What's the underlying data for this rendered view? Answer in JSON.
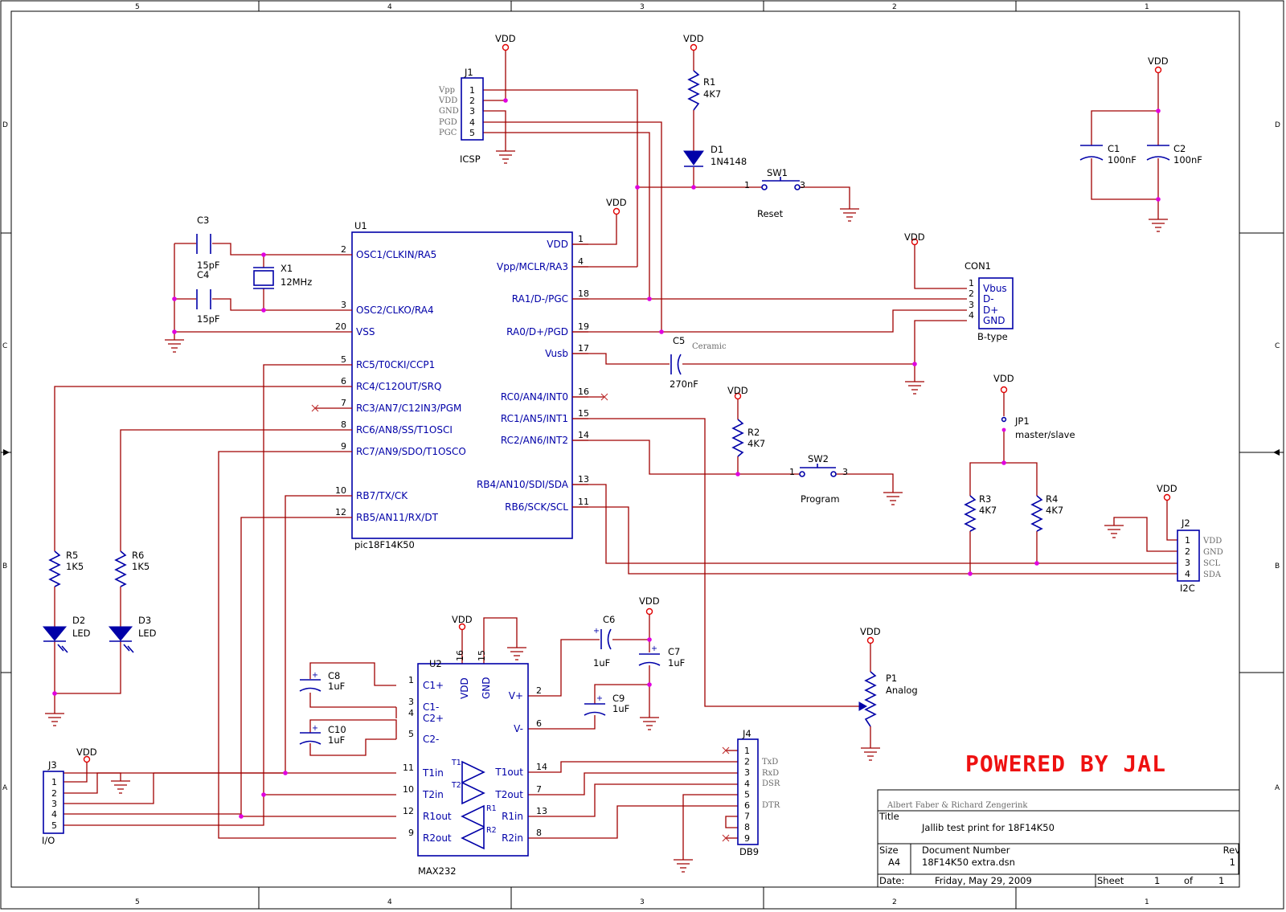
{
  "frame": {
    "columns": [
      "5",
      "4",
      "3",
      "2",
      "1"
    ],
    "rows": [
      "D",
      "C",
      "B",
      "A"
    ]
  },
  "supply_label": "VDD",
  "icsp": {
    "ref": "J1",
    "name": "ICSP",
    "pin_numbers": [
      "1",
      "2",
      "3",
      "4",
      "5"
    ],
    "signals": [
      "Vpp",
      "VDD",
      "GND",
      "PGD",
      "PGC"
    ]
  },
  "r1": {
    "ref": "R1",
    "value": "4K7"
  },
  "d1": {
    "ref": "D1",
    "value": "1N4148"
  },
  "sw1": {
    "ref": "SW1",
    "name": "Reset",
    "pin1": "1",
    "pin3": "3"
  },
  "c1": {
    "ref": "C1",
    "value": "100nF"
  },
  "c2": {
    "ref": "C2",
    "value": "100nF"
  },
  "c3": {
    "ref": "C3",
    "value": "15pF"
  },
  "c4": {
    "ref": "C4",
    "value": "15pF"
  },
  "x1": {
    "ref": "X1",
    "value": "12MHz"
  },
  "u1": {
    "ref": "U1",
    "part": "pic18F14K50",
    "left_pins": [
      {
        "num": "2",
        "label": "OSC1/CLKIN/RA5"
      },
      {
        "num": "3",
        "label": "OSC2/CLKO/RA4"
      },
      {
        "num": "20",
        "label": "VSS"
      },
      {
        "num": "5",
        "label": "RC5/T0CKI/CCP1"
      },
      {
        "num": "6",
        "label": "RC4/C12OUT/SRQ"
      },
      {
        "num": "7",
        "label": "RC3/AN7/C12IN3/PGM"
      },
      {
        "num": "8",
        "label": "RC6/AN8/SS/T1OSCI"
      },
      {
        "num": "9",
        "label": "RC7/AN9/SDO/T1OSCO"
      },
      {
        "num": "10",
        "label": "RB7/TX/CK"
      },
      {
        "num": "12",
        "label": "RB5/AN11/RX/DT"
      }
    ],
    "right_pins": [
      {
        "num": "1",
        "label": "VDD"
      },
      {
        "num": "4",
        "label": "Vpp/MCLR/RA3"
      },
      {
        "num": "18",
        "label": "RA1/D-/PGC"
      },
      {
        "num": "19",
        "label": "RA0/D+/PGD"
      },
      {
        "num": "17",
        "label": "Vusb"
      },
      {
        "num": "16",
        "label": "RC0/AN4/INT0"
      },
      {
        "num": "15",
        "label": "RC1/AN5/INT1"
      },
      {
        "num": "14",
        "label": "RC2/AN6/INT2"
      },
      {
        "num": "13",
        "label": "RB4/AN10/SDI/SDA"
      },
      {
        "num": "11",
        "label": "RB6/SCK/SCL"
      }
    ]
  },
  "con1": {
    "ref": "CON1",
    "type": "B-type",
    "pin_numbers": [
      "1",
      "2",
      "3",
      "4"
    ],
    "signals": [
      "Vbus",
      "D-",
      "D+",
      "GND"
    ]
  },
  "c5": {
    "ref": "C5",
    "value": "270nF",
    "note": "Ceramic"
  },
  "r2": {
    "ref": "R2",
    "value": "4K7"
  },
  "sw2": {
    "ref": "SW2",
    "name": "Program",
    "pin1": "1",
    "pin3": "3"
  },
  "jp1": {
    "ref": "JP1",
    "name": "master/slave"
  },
  "r3": {
    "ref": "R3",
    "value": "4K7"
  },
  "r4": {
    "ref": "R4",
    "value": "4K7"
  },
  "j2": {
    "ref": "J2",
    "name": "I2C",
    "pin_numbers": [
      "1",
      "2",
      "3",
      "4"
    ],
    "signals": [
      "VDD",
      "GND",
      "SCL",
      "SDA"
    ]
  },
  "r5": {
    "ref": "R5",
    "value": "1K5"
  },
  "r6": {
    "ref": "R6",
    "value": "1K5"
  },
  "d2": {
    "ref": "D2",
    "value": "LED"
  },
  "d3": {
    "ref": "D3",
    "value": "LED"
  },
  "u2": {
    "ref": "U2",
    "part": "MAX232",
    "top_pins": [
      {
        "num": "16",
        "label": "VDD"
      },
      {
        "num": "15",
        "label": "GND"
      }
    ],
    "left_pins": [
      {
        "num": "1",
        "label": "C1+"
      },
      {
        "num": "3",
        "label": "C1-"
      },
      {
        "num": "4",
        "label": "C2+"
      },
      {
        "num": "5",
        "label": "C2-"
      },
      {
        "num": "11",
        "label": "T1in"
      },
      {
        "num": "10",
        "label": "T2in"
      },
      {
        "num": "12",
        "label": "R1out"
      },
      {
        "num": "9",
        "label": "R2out"
      }
    ],
    "right_pins": [
      {
        "num": "2",
        "label": "V+"
      },
      {
        "num": "6",
        "label": "V-"
      },
      {
        "num": "14",
        "label": "T1out"
      },
      {
        "num": "7",
        "label": "T2out"
      },
      {
        "num": "13",
        "label": "R1in"
      },
      {
        "num": "8",
        "label": "R2in"
      }
    ],
    "buffers": [
      "T1",
      "T2",
      "R1",
      "R2"
    ]
  },
  "c6": {
    "ref": "C6",
    "value": "1uF"
  },
  "c7": {
    "ref": "C7",
    "value": "1uF"
  },
  "c8": {
    "ref": "C8",
    "value": "1uF"
  },
  "c9": {
    "ref": "C9",
    "value": "1uF"
  },
  "c10": {
    "ref": "C10",
    "value": "1uF"
  },
  "polarity_mark": "+",
  "j3": {
    "ref": "J3",
    "name": "I/O",
    "pin_numbers": [
      "1",
      "2",
      "3",
      "4",
      "5"
    ]
  },
  "p1": {
    "ref": "P1",
    "name": "Analog"
  },
  "j4": {
    "ref": "J4",
    "name": "DB9",
    "pin_numbers": [
      "1",
      "2",
      "3",
      "4",
      "5",
      "6",
      "7",
      "8",
      "9"
    ],
    "signals": {
      "2": "TxD",
      "3": "RxD",
      "4": "DSR",
      "6": "DTR"
    }
  },
  "banner": "POWERED BY JAL",
  "title_block": {
    "authors": "Albert Faber & Richard Zengerink",
    "title_label": "Title",
    "title": "Jallib test print for 18F14K50",
    "size_label": "Size",
    "size": "A4",
    "docnum_label": "Document Number",
    "docnum": "18F14K50 extra.dsn",
    "rev_label": "Rev",
    "rev": "1",
    "date_label": "Date:",
    "date": "Friday, May 29, 2009",
    "sheet_label": "Sheet",
    "sheet": "1",
    "of_label": "of",
    "of": "1"
  },
  "colors": {
    "wire": "#a00000",
    "component": "#0000a8",
    "junction": "#e000e0",
    "banner": "#ee1111"
  }
}
